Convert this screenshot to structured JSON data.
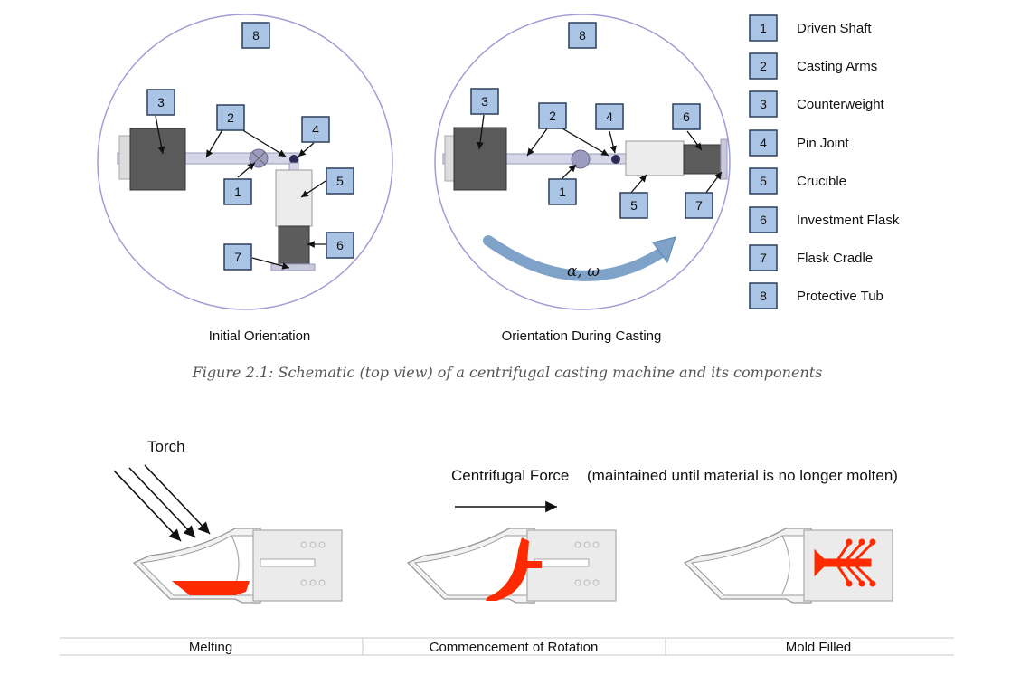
{
  "legend": [
    {
      "num": "1",
      "label": "Driven Shaft"
    },
    {
      "num": "2",
      "label": "Casting Arms"
    },
    {
      "num": "3",
      "label": "Counterweight"
    },
    {
      "num": "4",
      "label": "Pin Joint"
    },
    {
      "num": "5",
      "label": "Crucible"
    },
    {
      "num": "6",
      "label": "Investment Flask"
    },
    {
      "num": "7",
      "label": "Flask Cradle"
    },
    {
      "num": "8",
      "label": "Protective Tub"
    }
  ],
  "top_diagram": {
    "left_caption": "Initial Orientation",
    "right_caption": "Orientation During Casting",
    "rotation_label": "α, ω",
    "figure_caption": "Figure 2.1: Schematic (top view) of a centrifugal casting machine and its components",
    "left_markers": [
      "8",
      "3",
      "2",
      "4",
      "1",
      "5",
      "6",
      "7"
    ],
    "right_markers": [
      "8",
      "3",
      "2",
      "4",
      "6",
      "1",
      "5",
      "7"
    ]
  },
  "bottom_diagram": {
    "torch_label": "Torch",
    "force_label": "Centrifugal Force",
    "force_note": "(maintained until material is no longer molten)",
    "stages": [
      "Melting",
      "Commencement of Rotation",
      "Mold Filled"
    ]
  },
  "colors": {
    "box_fill": "#a9c4e4",
    "box_stroke": "#2b3f5c",
    "circle_stroke": "#a29cd6",
    "molten": "#ff2a00",
    "arrow_blue": "#7fa3c8"
  }
}
